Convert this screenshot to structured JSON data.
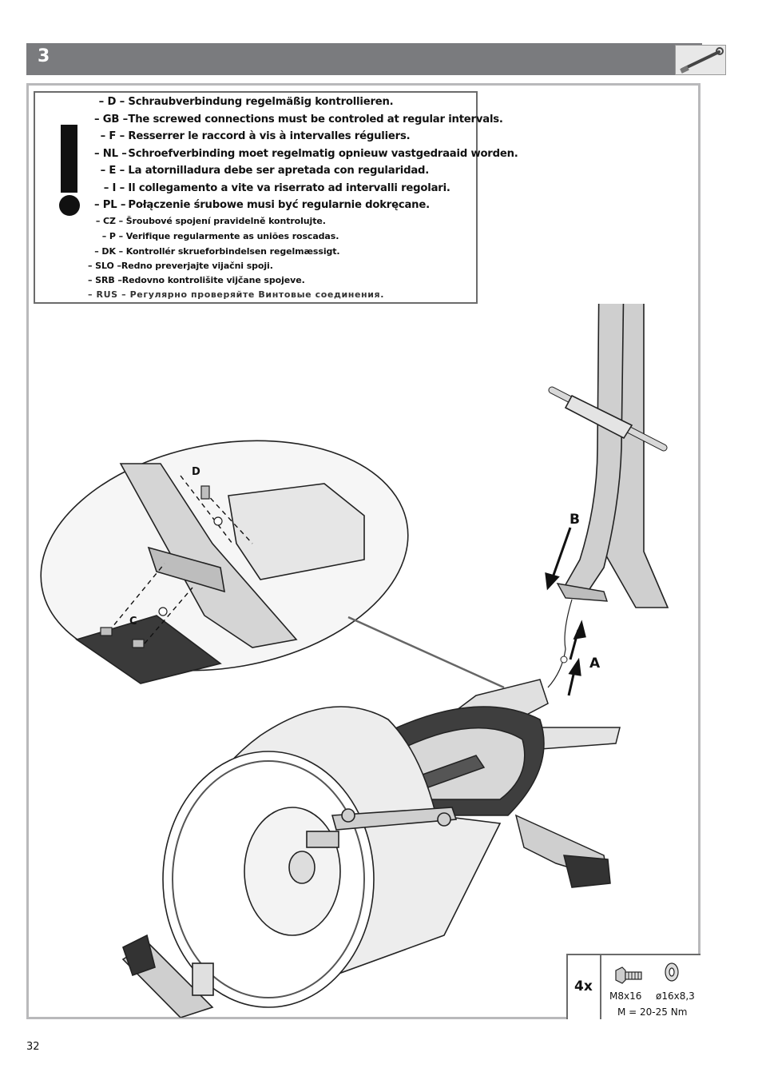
{
  "step": {
    "number": "3"
  },
  "tool_icon": "wrench-icon",
  "warning": {
    "icon": "exclamation-icon",
    "lines": [
      {
        "code": "– D –",
        "text": "Schraubverbindung regelmäßig kontrollieren."
      },
      {
        "code": "– GB –",
        "text": "The screwed connections must be controled at regular intervals."
      },
      {
        "code": "– F –",
        "text": "Resserrer le raccord à vis à intervalles réguliers."
      },
      {
        "code": "– NL –",
        "text": "Schroefverbinding moet regelmatig opnieuw vastgedraaid worden."
      },
      {
        "code": "– E –",
        "text": "La atornilladura debe ser apretada con regularidad."
      },
      {
        "code": "– I –",
        "text": "Il collegamento a vite va riserrato ad intervalli regolari."
      },
      {
        "code": "– PL –",
        "text": "Połączenie śrubowe musi być regularnie dokręcane."
      },
      {
        "code": "– CZ –",
        "text": "Šroubové spojení pravidelně kontrolujte."
      },
      {
        "code": "– P –",
        "text": "Verifique regularmente as uniões roscadas."
      },
      {
        "code": "– DK –",
        "text": "Kontrollér skrueforbindelsen regelmæssigt."
      },
      {
        "code": "– SLO –",
        "text": "Redno preverjajte vijačni spoji."
      },
      {
        "code": "– SRB –",
        "text": "Redovno kontrolišite vijčane spojeve."
      },
      {
        "code": "– RUS –",
        "text": "Регулярно проверяйте Винтовые соединения."
      }
    ]
  },
  "callouts": {
    "a": "A",
    "b": "B",
    "c": "C",
    "d": "D"
  },
  "hardware": {
    "count": "4x",
    "bolt": "M8x16",
    "washer": "ø16x8,3",
    "torque": "M = 20-25 Nm"
  },
  "page_number": "32"
}
